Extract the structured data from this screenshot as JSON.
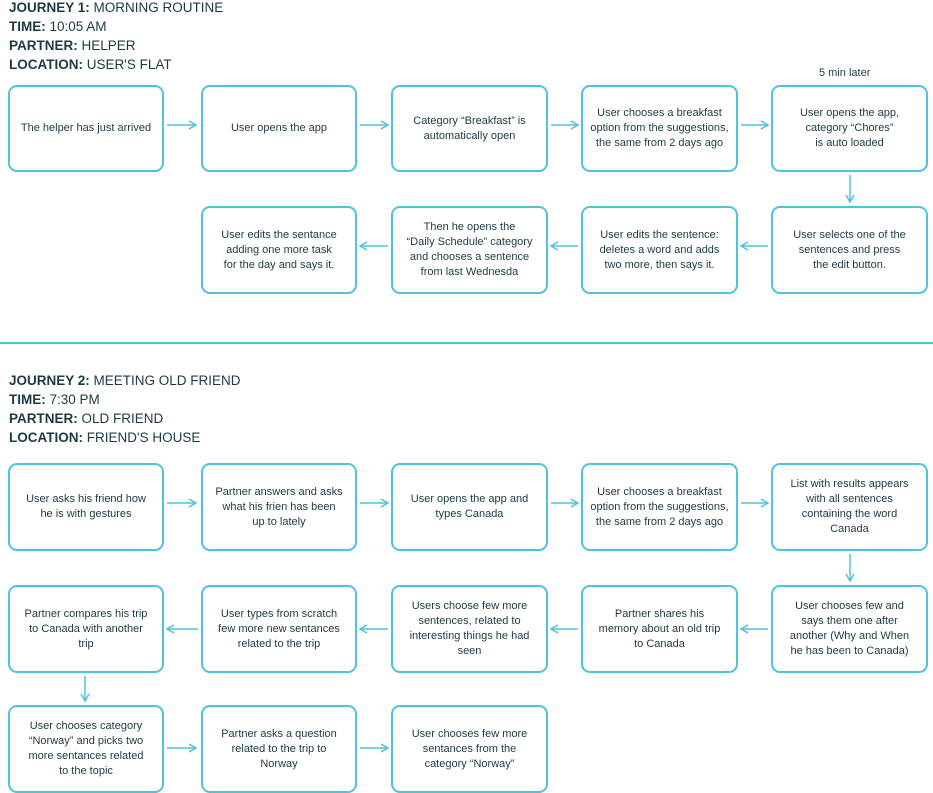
{
  "journey1": {
    "header": [
      {
        "k": "JOURNEY 1:",
        "v": "MORNING ROUTINE"
      },
      {
        "k": "TIME:",
        "v": "10:05 AM"
      },
      {
        "k": "PARTNER:",
        "v": "HELPER"
      },
      {
        "k": "LOCATION:",
        "v": "USER'S FLAT"
      }
    ],
    "note": "5 min later",
    "steps": [
      "The helper has just arrived",
      "User opens the app",
      "Category “Breakfast”  is\nautomatically open",
      "User chooses a breakfast\noption from the suggestions,\nthe same from 2 days ago",
      "User opens the app,\ncategory “Chores”\nis auto loaded",
      "User selects one of the\nsentences and press\nthe edit button.",
      "User edits the sentence:\ndeletes a word and adds\ntwo more, then says it.",
      "Then he opens the\n“Daily Schedule” category\nand chooses a sentence\nfrom last Wednesda",
      "User edits the sentance\nadding one more task\nfor the day and says it."
    ]
  },
  "journey2": {
    "header": [
      {
        "k": "JOURNEY 2:",
        "v": "MEETING OLD FRIEND"
      },
      {
        "k": "TIME:",
        "v": "7:30 PM"
      },
      {
        "k": "PARTNER:",
        "v": "OLD FRIEND"
      },
      {
        "k": "LOCATION:",
        "v": "FRIEND'S HOUSE"
      }
    ],
    "steps": [
      "User asks his friend how\nhe is with gestures",
      "Partner answers and asks\nwhat his frien has been\nup to lately",
      "User opens the app and\ntypes Canada",
      "User chooses a breakfast\noption from the suggestions,\nthe same from 2 days ago",
      "List with results appears\nwith all sentences\ncontaining the word\nCanada",
      "User chooses few and\nsays them one after\nanother (Why and When\nhe has been to Canada)",
      "Partner shares his\nmemory about an old trip\nto Canada",
      "Users choose few more\nsentences, related to\ninteresting things he had\nseen",
      "User types from scratch\nfew more new sentances\nrelated to the trip",
      "Partner compares his trip\nto Canada with another\ntrip",
      "User chooses category\n“Norway” and picks two\nmore sentances related\nto the topic",
      "Partner asks a question\nrelated to the trip to\nNorway",
      "User chooses few more\nsentances from the\ncategory “Norway”"
    ]
  },
  "colors": {
    "accent": "#4ec3d9",
    "text": "#1d3a43"
  }
}
